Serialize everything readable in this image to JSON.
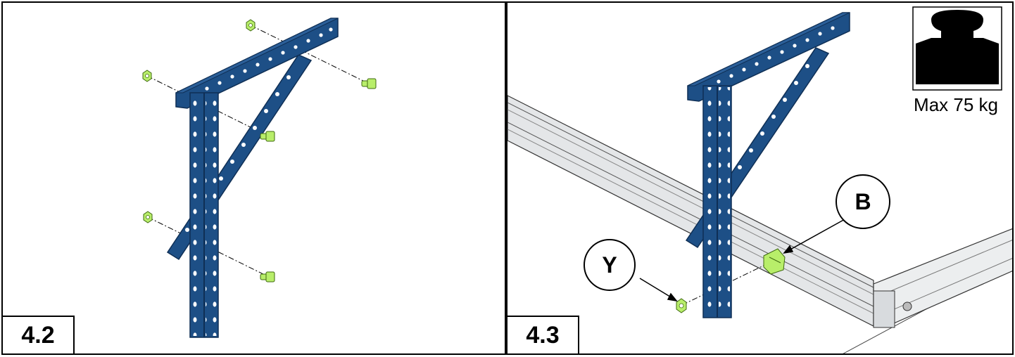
{
  "steps": {
    "left": {
      "label": "4.2"
    },
    "right": {
      "label": "4.3"
    }
  },
  "weight": {
    "text": "Max 75 kg",
    "icon": "weight-icon"
  },
  "callouts": {
    "b": "B",
    "y": "Y"
  },
  "colors": {
    "bracket": "#1d4f86",
    "bracket_edge": "#0f2f55",
    "fastener": "#b8ee6a",
    "rail": "#e4e6e8",
    "outline": "#000000"
  }
}
